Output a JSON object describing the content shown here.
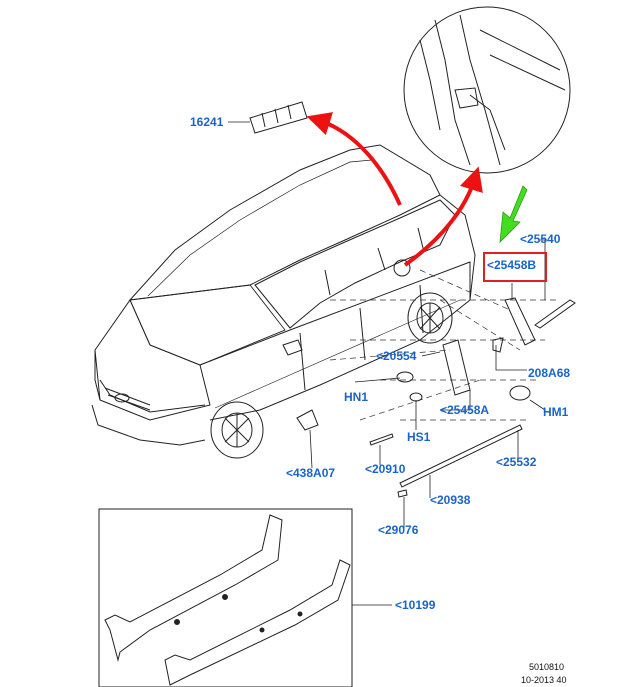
{
  "callouts": [
    {
      "id": "16241",
      "text": "16241"
    },
    {
      "id": "25540",
      "text": "<25540"
    },
    {
      "id": "25458B",
      "text": "<25458B"
    },
    {
      "id": "20554",
      "text": "<20554"
    },
    {
      "id": "208A68",
      "text": "208A68"
    },
    {
      "id": "HN1",
      "text": "HN1"
    },
    {
      "id": "25458A",
      "text": "<25458A"
    },
    {
      "id": "HM1",
      "text": "HM1"
    },
    {
      "id": "HS1",
      "text": "HS1"
    },
    {
      "id": "438A07",
      "text": "<438A07"
    },
    {
      "id": "20910",
      "text": "<20910"
    },
    {
      "id": "25532",
      "text": "<25532"
    },
    {
      "id": "20938",
      "text": "<20938"
    },
    {
      "id": "29076",
      "text": "<29076"
    },
    {
      "id": "10199",
      "text": "<10199"
    }
  ],
  "footer": {
    "code": "5010810",
    "date": "10-2013 40"
  },
  "colors": {
    "label": "#1a64c8",
    "highlight": "#e0201c",
    "arrow_red": "#ee1111",
    "arrow_green": "#44dd22",
    "line": "#222222"
  }
}
